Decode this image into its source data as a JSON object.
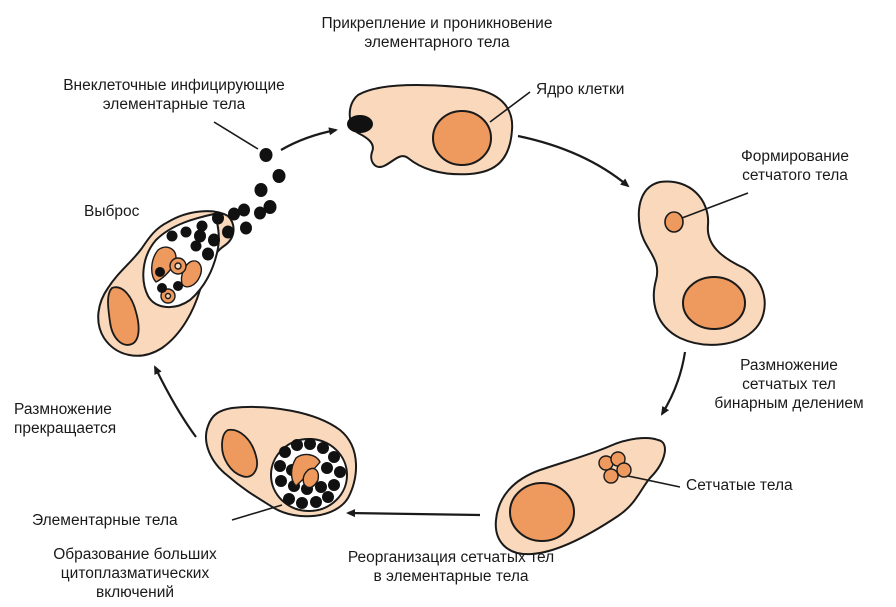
{
  "labels": {
    "attachment": [
      "Прикрепление и проникновение",
      "элементарного тела"
    ],
    "nucleus": [
      "Ядро клетки"
    ],
    "extracellular": [
      "Внеклеточные инфицирующие",
      "элементарные тела"
    ],
    "reticulate_formation": [
      "Формирование",
      "сетчатого тела"
    ],
    "release": [
      "Выброс"
    ],
    "binary_fission": [
      "Размножение",
      "сетчатых тел",
      "бинарным делением"
    ],
    "reticulate_bodies": [
      "Сетчатые тела"
    ],
    "multiplication_stops": [
      "Размножение",
      "прекращается"
    ],
    "elementary_bodies": [
      "Элементарные тела"
    ],
    "reorganization": [
      "Реорганизация сетчатых тел",
      "в элементарные тела"
    ],
    "inclusions": [
      "Образование больших",
      "цитоплазматических",
      "включений"
    ]
  },
  "colors": {
    "cell_fill": "#f9d8bb",
    "nucleus_fill": "#ee9a5f",
    "outline": "#1a1a1a",
    "body_fill": "#111111"
  }
}
